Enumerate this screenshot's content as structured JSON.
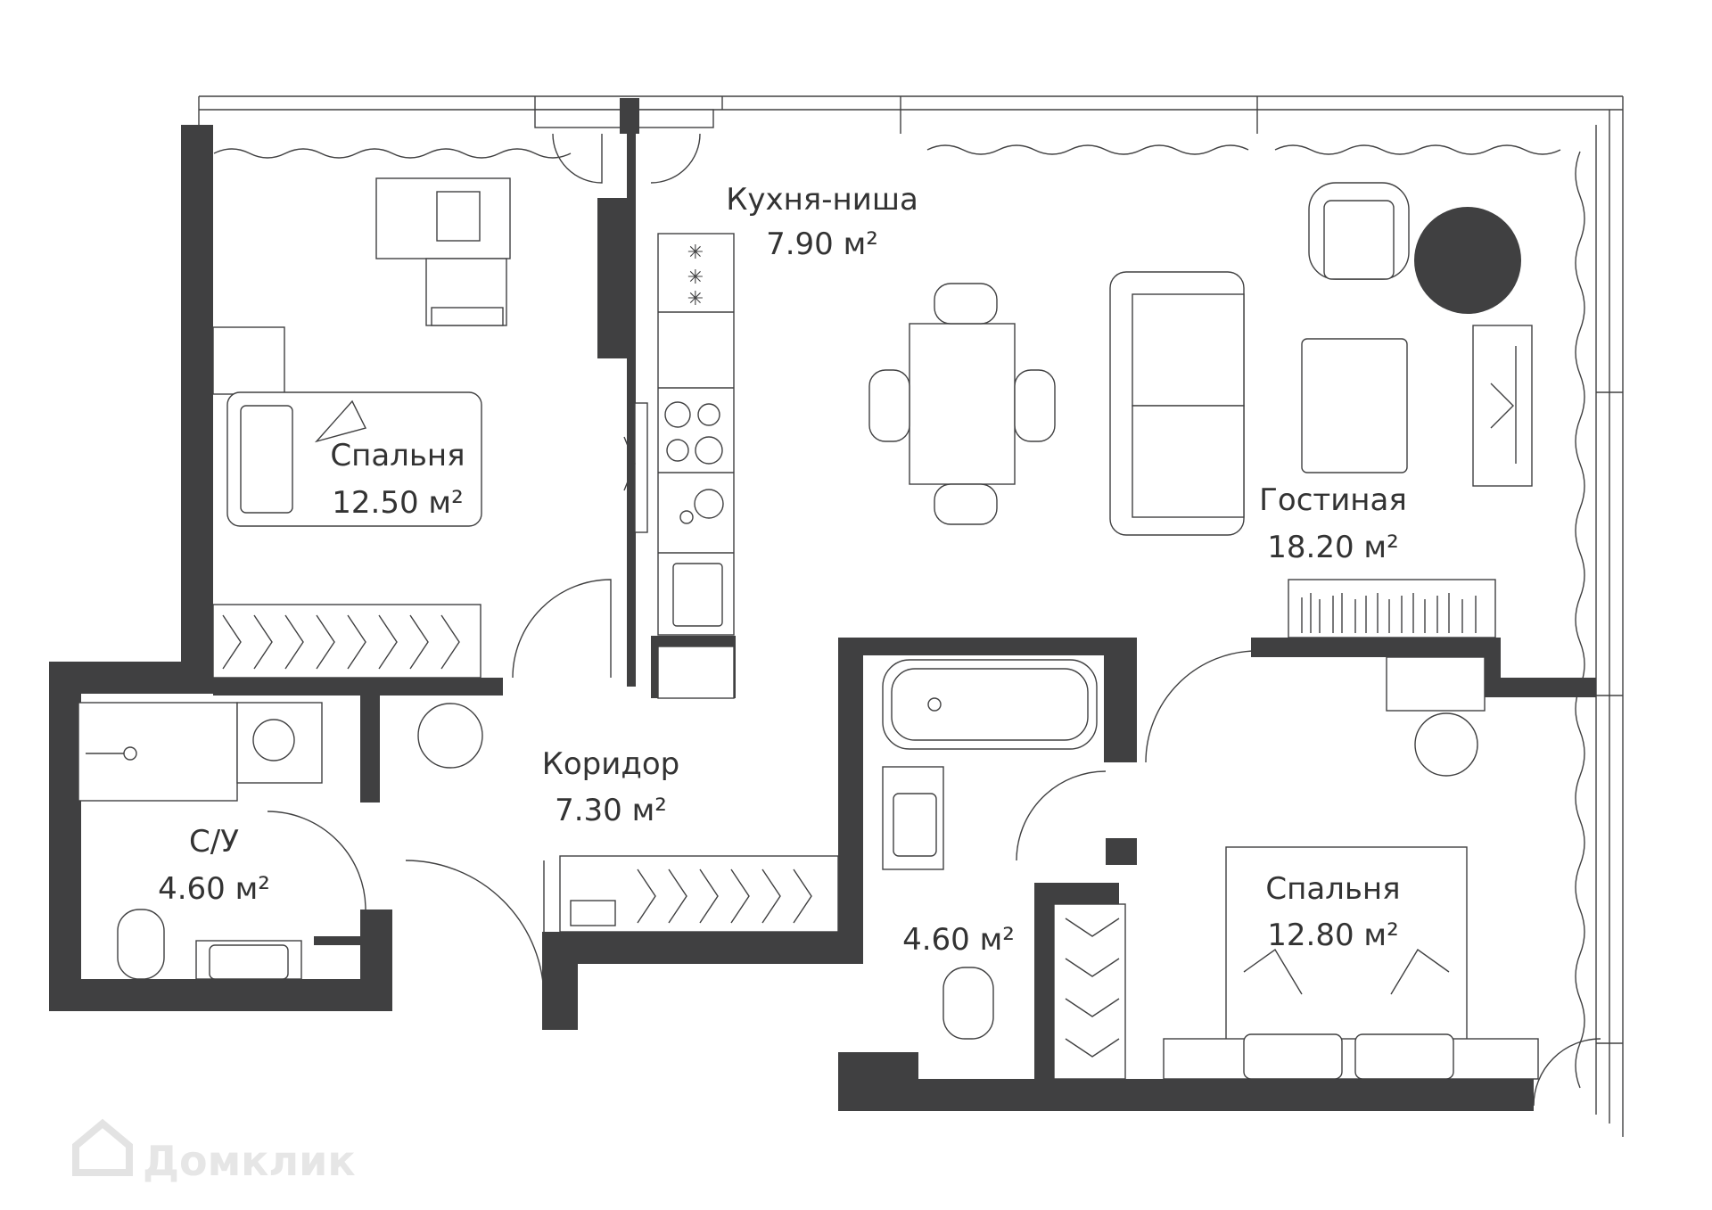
{
  "rooms": {
    "kitchen": {
      "name": "Кухня-ниша",
      "area": "7.90 м²"
    },
    "bedroom1": {
      "name": "Спальня",
      "area": "12.50 м²"
    },
    "living": {
      "name": "Гостиная",
      "area": "18.20 м²"
    },
    "corridor": {
      "name": "Коридор",
      "area": "7.30 м²"
    },
    "wc": {
      "name": "С/У",
      "area": "4.60 м²"
    },
    "bathroom": {
      "area": "4.60 м²"
    },
    "bedroom2": {
      "name": "Спальня",
      "area": "12.80 м²"
    }
  },
  "watermark": "Домклик",
  "colors": {
    "wall": "#404041",
    "text": "#333333",
    "background": "#ffffff"
  }
}
